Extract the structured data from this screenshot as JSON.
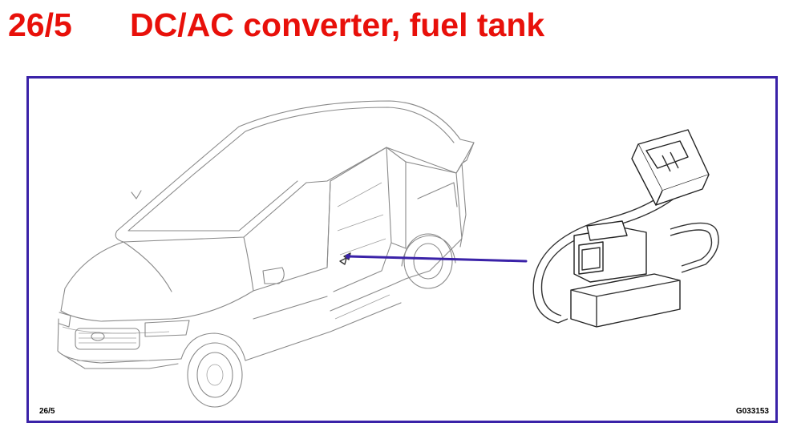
{
  "header": {
    "section_number": "26/5",
    "title": "DC/AC converter, fuel tank"
  },
  "figure": {
    "ref_left": "26/5",
    "ref_right": "G033153"
  },
  "colors": {
    "heading": "#e8100a",
    "frame_border": "#3a22a8",
    "pointer_line": "#3a22a8",
    "drawing_lines": "#8a8a8a"
  }
}
